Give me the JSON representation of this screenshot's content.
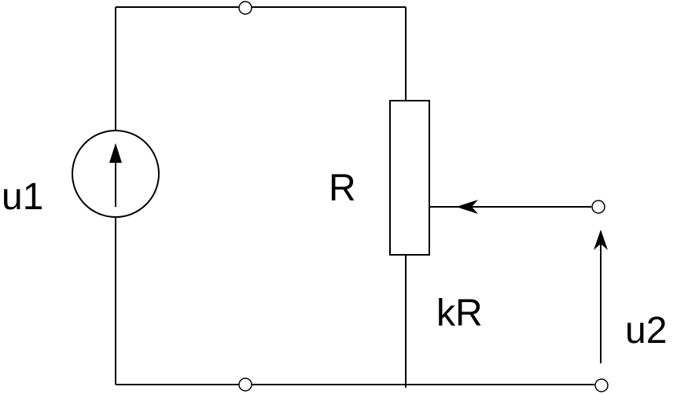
{
  "labels": {
    "source_voltage": "u1",
    "resistor": "R",
    "partial_resistance": "kR",
    "output_voltage": "u2"
  },
  "colors": {
    "line": "#000000",
    "background": "#ffffff"
  },
  "icons": {
    "source": "voltage-source-icon",
    "resistor": "potentiometer-icon",
    "terminal": "terminal-circle-icon"
  }
}
